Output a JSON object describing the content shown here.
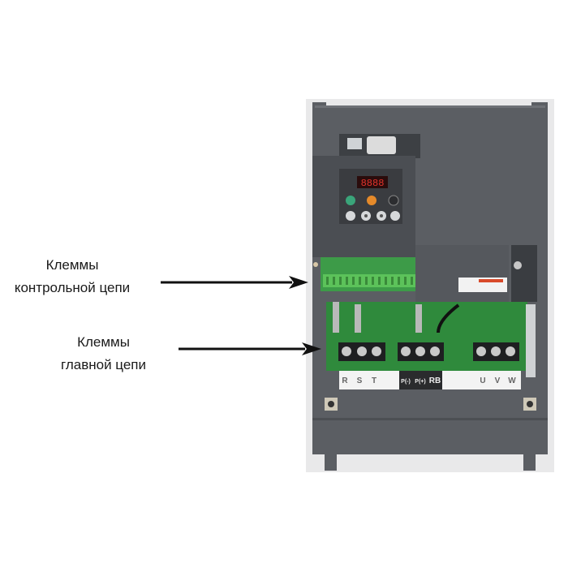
{
  "callouts": [
    {
      "line1": "Клеммы",
      "line2": "контрольной цепи"
    },
    {
      "line1": "Клеммы",
      "line2": "главной цепи"
    }
  ],
  "device": {
    "display_text": "8888",
    "terminal_labels": [
      "R",
      "S",
      "T",
      "P(-)",
      "P(+)",
      "RB",
      "U",
      "V",
      "W"
    ]
  },
  "colors": {
    "body": "#5b5e63",
    "panel": "#4b4e53",
    "pcb": "#2f8a3c",
    "terminal_green": "#5cc25a",
    "display": "#d8262b",
    "arrow": "#111111"
  }
}
